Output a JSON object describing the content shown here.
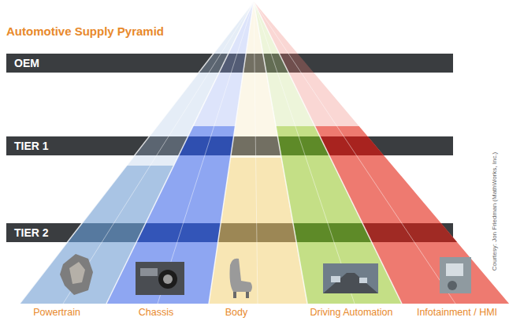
{
  "diagram": {
    "title": "Automotive Supply Pyramid",
    "nodes": [
      {
        "text": [
          "OEM"
        ]
      },
      {
        "text": [
          "TIER 1"
        ]
      },
      {
        "text": [
          "TIER 2"
        ]
      }
    ],
    "labels": [
      "Powertrain",
      "Chassis",
      "Body",
      "Driving Automation",
      "Infotainment / HMI",
      "Courtesy: Jon Friedman (MathWorks, Inc.)"
    ]
  }
}
